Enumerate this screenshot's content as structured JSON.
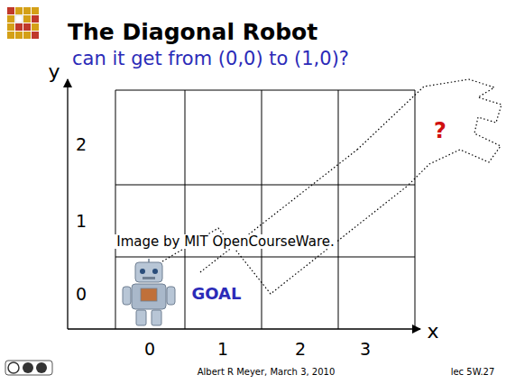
{
  "diagram": {
    "title": "The Diagonal Robot",
    "labels": [
      "can it get from (0,0) to (1,0)?",
      "y",
      "2",
      "1",
      "0",
      "0",
      "1",
      "2",
      "3",
      "x",
      "GOAL",
      "?",
      "Image by MIT OpenCourseWare.",
      "Albert R Meyer, March 3, 2010",
      "lec 5W.27"
    ]
  }
}
